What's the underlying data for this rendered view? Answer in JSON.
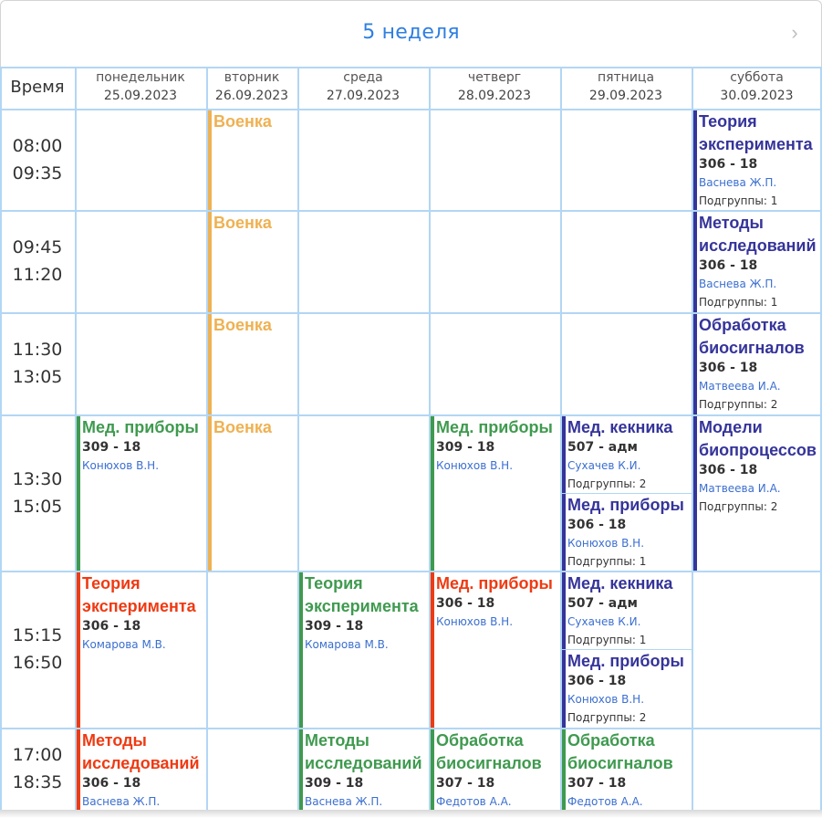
{
  "header": {
    "week_title": "5 неделя",
    "next_icon": "chevron-right-icon",
    "next_glyph": "›"
  },
  "time_header": "Время",
  "days": [
    {
      "name": "понедельник",
      "date": "25.09.2023"
    },
    {
      "name": "вторник",
      "date": "26.09.2023"
    },
    {
      "name": "среда",
      "date": "27.09.2023"
    },
    {
      "name": "четверг",
      "date": "28.09.2023"
    },
    {
      "name": "пятница",
      "date": "29.09.2023"
    },
    {
      "name": "суббота",
      "date": "30.09.2023"
    }
  ],
  "slots": [
    {
      "start": "08:00",
      "end": "09:35"
    },
    {
      "start": "09:45",
      "end": "11:20"
    },
    {
      "start": "11:30",
      "end": "13:05"
    },
    {
      "start": "13:30",
      "end": "15:05"
    },
    {
      "start": "15:15",
      "end": "16:50"
    },
    {
      "start": "17:00",
      "end": "18:35"
    }
  ],
  "colors": {
    "orange": "#efb152",
    "green": "#3f9a4f",
    "red": "#ef3a12",
    "navy": "#35349a",
    "grid_line": "#b2d6f4",
    "teacher": "#3b6fd0",
    "title": "#2f7fe0"
  },
  "lessons": [
    {
      "day": 1,
      "slot": 0,
      "color": "orange",
      "subject": [
        "Военка"
      ]
    },
    {
      "day": 5,
      "slot": 0,
      "color": "navy",
      "subject": [
        "Теория",
        "эксперимента"
      ],
      "room": "306 - 18",
      "teacher": "Васнева Ж.П.",
      "subgroup": "Подгруппы: 1"
    },
    {
      "day": 1,
      "slot": 1,
      "color": "orange",
      "subject": [
        "Военка"
      ]
    },
    {
      "day": 5,
      "slot": 1,
      "color": "navy",
      "subject": [
        "Методы",
        "исследований"
      ],
      "room": "306 - 18",
      "teacher": "Васнева Ж.П.",
      "subgroup": "Подгруппы: 1"
    },
    {
      "day": 1,
      "slot": 2,
      "color": "orange",
      "subject": [
        "Военка"
      ]
    },
    {
      "day": 5,
      "slot": 2,
      "color": "navy",
      "subject": [
        "Обработка",
        "биосигналов"
      ],
      "room": "306 - 18",
      "teacher": "Матвеева И.А.",
      "subgroup": "Подгруппы: 2"
    },
    {
      "day": 0,
      "slot": 3,
      "color": "green",
      "subject": [
        "Мед. приборы"
      ],
      "room": "309 - 18",
      "teacher": "Конюхов В.Н."
    },
    {
      "day": 1,
      "slot": 3,
      "color": "orange",
      "subject": [
        "Военка"
      ]
    },
    {
      "day": 3,
      "slot": 3,
      "color": "green",
      "subject": [
        "Мед. приборы"
      ],
      "room": "309 - 18",
      "teacher": "Конюхов В.Н."
    },
    {
      "day": 4,
      "slot": 3,
      "part": 0,
      "color": "navy",
      "subject": [
        "Мед. кекника"
      ],
      "room": "507 - адм",
      "teacher": "Сухачев К.И.",
      "subgroup": "Подгруппы: 2"
    },
    {
      "day": 4,
      "slot": 3,
      "part": 1,
      "color": "navy",
      "subject": [
        "Мед. приборы"
      ],
      "room": "306 - 18",
      "teacher": "Конюхов В.Н.",
      "subgroup": "Подгруппы: 1"
    },
    {
      "day": 5,
      "slot": 3,
      "color": "navy",
      "subject": [
        "Модели",
        "биопроцессов"
      ],
      "room": "306 - 18",
      "teacher": "Матвеева И.А.",
      "subgroup": "Подгруппы: 2"
    },
    {
      "day": 0,
      "slot": 4,
      "color": "red",
      "subject": [
        "Теория",
        "эксперимента"
      ],
      "room": "306 - 18",
      "teacher": "Комарова М.В."
    },
    {
      "day": 2,
      "slot": 4,
      "color": "green",
      "subject": [
        "Теория",
        "эксперимента"
      ],
      "room": "309 - 18",
      "teacher": "Комарова М.В."
    },
    {
      "day": 3,
      "slot": 4,
      "color": "red",
      "subject": [
        "Мед. приборы"
      ],
      "room": "306 - 18",
      "teacher": "Конюхов В.Н."
    },
    {
      "day": 4,
      "slot": 4,
      "part": 0,
      "color": "navy",
      "subject": [
        "Мед. кекника"
      ],
      "room": "507 - адм",
      "teacher": "Сухачев К.И.",
      "subgroup": "Подгруппы: 1"
    },
    {
      "day": 4,
      "slot": 4,
      "part": 1,
      "color": "navy",
      "subject": [
        "Мед. приборы"
      ],
      "room": "306 - 18",
      "teacher": "Конюхов В.Н.",
      "subgroup": "Подгруппы: 2"
    },
    {
      "day": 0,
      "slot": 5,
      "color": "red",
      "subject": [
        "Методы",
        "исследований"
      ],
      "room": "306 - 18",
      "teacher": "Васнева Ж.П."
    },
    {
      "day": 2,
      "slot": 5,
      "color": "green",
      "subject": [
        "Методы",
        "исследований"
      ],
      "room": "309 - 18",
      "teacher": "Васнева Ж.П."
    },
    {
      "day": 3,
      "slot": 5,
      "color": "green",
      "subject": [
        "Обработка",
        "биосигналов"
      ],
      "room": "307 - 18",
      "teacher": "Федотов А.А."
    },
    {
      "day": 4,
      "slot": 5,
      "color": "green",
      "subject": [
        "Обработка",
        "биосигналов"
      ],
      "room": "307 - 18",
      "teacher": "Федотов А.А."
    }
  ]
}
